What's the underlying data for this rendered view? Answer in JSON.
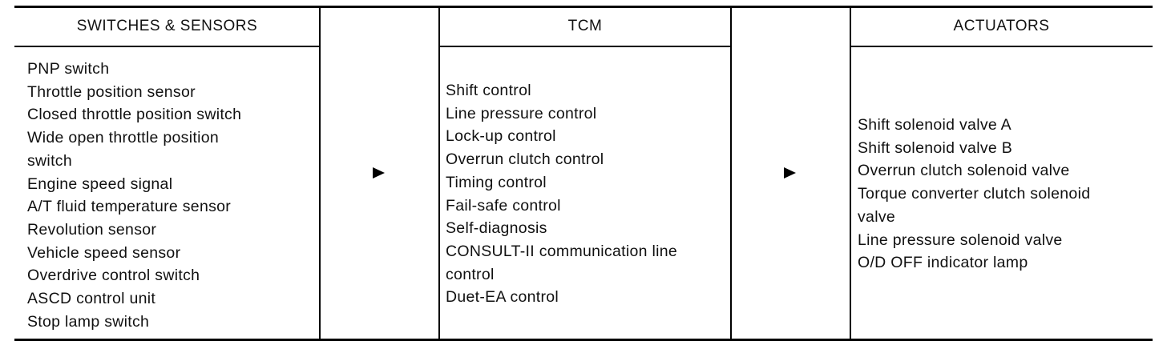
{
  "headers": {
    "inputs": "SWITCHES & SENSORS",
    "controller": "TCM",
    "outputs": "ACTUATORS"
  },
  "inputs": [
    "PNP switch",
    "Throttle position sensor",
    "Closed throttle position switch",
    "Wide open throttle position",
    "switch",
    "Engine speed signal",
    "A/T fluid temperature sensor",
    "Revolution sensor",
    "Vehicle speed sensor",
    "Overdrive control switch",
    "ASCD control unit",
    "Stop lamp switch"
  ],
  "controls": [
    "Shift control",
    "Line pressure control",
    "Lock-up control",
    "Overrun clutch control",
    "Timing control",
    "Fail-safe control",
    "Self-diagnosis",
    "CONSULT-II communication line",
    "control",
    "Duet-EA control"
  ],
  "actuators": [
    "Shift solenoid valve A",
    "Shift solenoid valve B",
    "Overrun clutch solenoid valve",
    "Torque converter clutch solenoid",
    "valve",
    "Line pressure solenoid valve",
    "O/D OFF indicator lamp"
  ]
}
